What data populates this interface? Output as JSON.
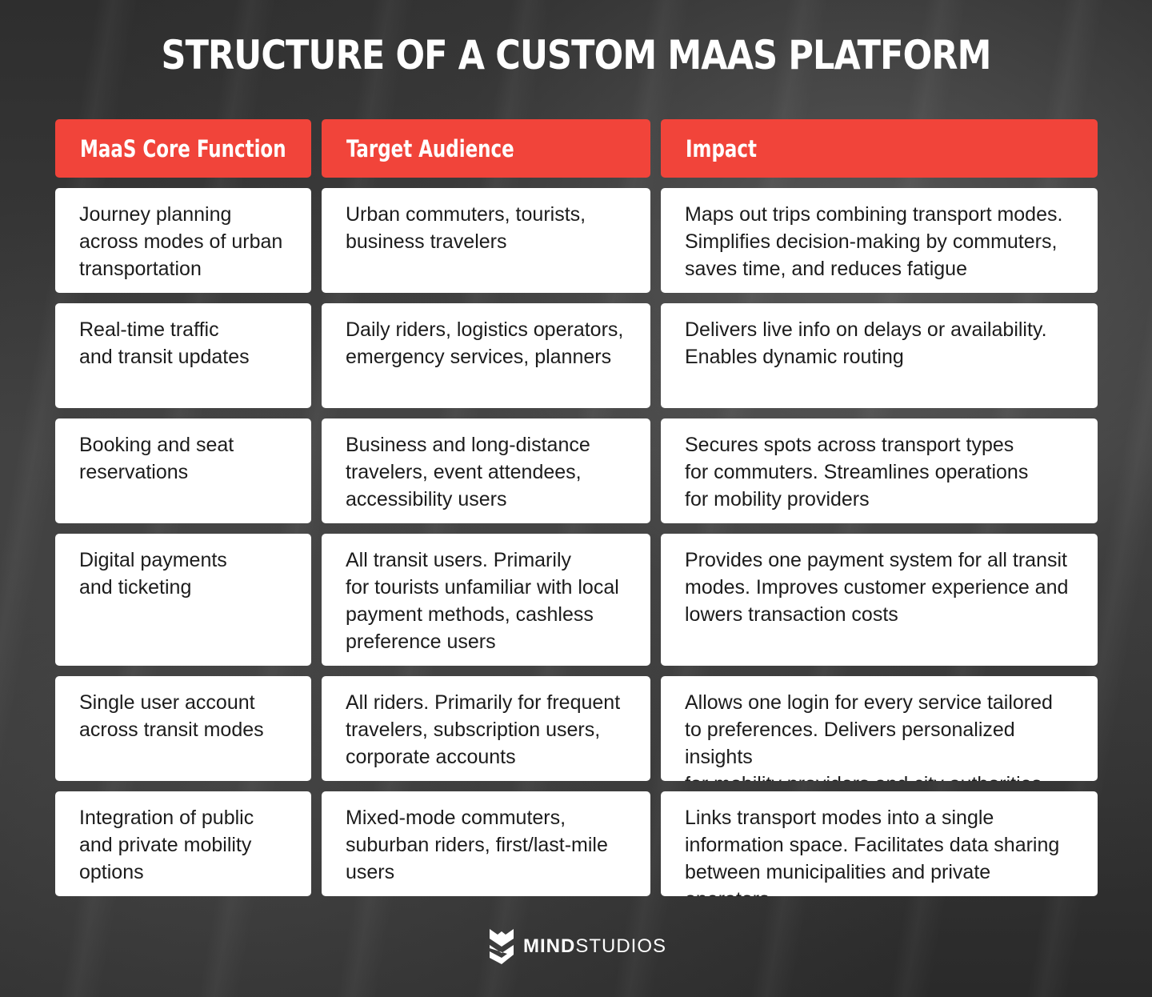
{
  "title": "STRUCTURE OF A CUSTOM MAAS PLATFORM",
  "table": {
    "headers": [
      "MaaS Core Function",
      "Target Audience",
      "Impact"
    ],
    "rows": [
      [
        "Journey planning\nacross modes of urban\ntransportation",
        "Urban commuters, tourists,\nbusiness travelers",
        "Maps out trips combining transport modes.\nSimplifies decision-making by commuters,\nsaves time, and reduces fatigue"
      ],
      [
        "Real-time traffic\nand transit updates",
        "Daily riders, logistics operators,\nemergency services, planners",
        "Delivers live info on delays or availability.\nEnables dynamic routing"
      ],
      [
        "Booking and seat\nreservations",
        "Business and long-distance\ntravelers, event attendees,\naccessibility users",
        "Secures spots across transport types\nfor commuters. Streamlines operations\nfor mobility providers"
      ],
      [
        "Digital payments\nand ticketing",
        "All transit users. Primarily\nfor tourists unfamiliar with local\npayment methods, cashless\npreference users",
        "Provides one payment system for all transit\nmodes. Improves customer experience and\nlowers transaction costs"
      ],
      [
        "Single user account\nacross transit modes",
        "All riders. Primarily for frequent\ntravelers, subscription users,\ncorporate accounts",
        "Allows one login for every service tailored\nto preferences. Delivers personalized insights\nfor mobility providers and city authorities"
      ],
      [
        "Integration of public\nand private mobility\noptions",
        "Mixed-mode commuters,\nsuburban riders, first/last-mile\nusers",
        "Links transport modes into a single\ninformation space. Facilitates data sharing\nbetween municipalities and private operators"
      ]
    ]
  },
  "footer": {
    "logo_icon": "mindstudios-logo-icon",
    "brand_bold": "MIND",
    "brand_light": "STUDIOS"
  },
  "colors": {
    "header_bg": "#f1443a",
    "cell_bg": "#ffffff",
    "title_text": "#ffffff"
  }
}
